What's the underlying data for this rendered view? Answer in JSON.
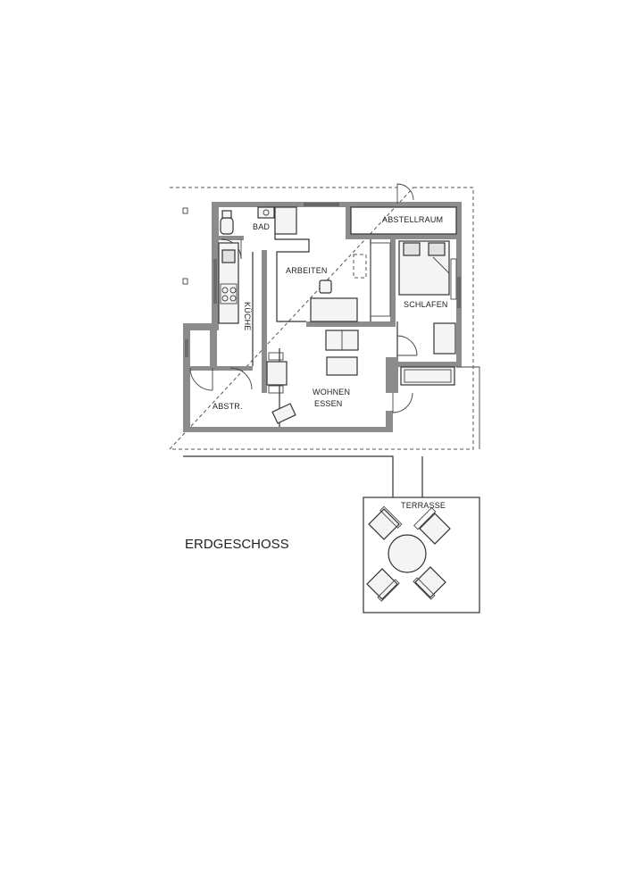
{
  "plan": {
    "floor_title": "ERDGESCHOSS",
    "rooms": {
      "bad": "BAD",
      "abstellraum": "ABSTELLRAUM",
      "arbeiten": "ARBEITEN",
      "kueche": "KÜCHE",
      "schlafen": "SCHLAFEN",
      "wohnen": "WOHNEN",
      "essen": "ESSEN",
      "abstr": "ABSTR.",
      "terrasse": "TERRASSE"
    }
  }
}
